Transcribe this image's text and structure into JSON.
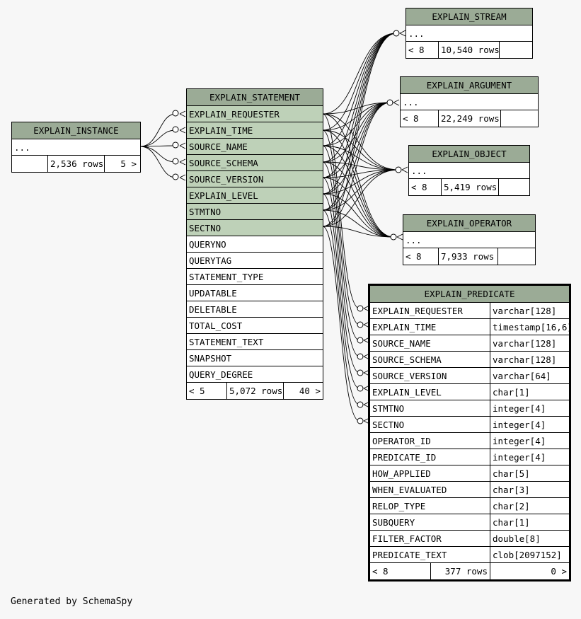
{
  "tables": {
    "explain_instance": {
      "title": "EXPLAIN_INSTANCE",
      "ellipsis": "...",
      "footer": {
        "parents": "",
        "rows": "2,536 rows",
        "children": "5 >"
      }
    },
    "explain_statement": {
      "title": "EXPLAIN_STATEMENT",
      "key_columns": [
        "EXPLAIN_REQUESTER",
        "EXPLAIN_TIME",
        "SOURCE_NAME",
        "SOURCE_SCHEMA",
        "SOURCE_VERSION",
        "EXPLAIN_LEVEL",
        "STMTNO",
        "SECTNO"
      ],
      "columns": [
        "QUERYNO",
        "QUERYTAG",
        "STATEMENT_TYPE",
        "UPDATABLE",
        "DELETABLE",
        "TOTAL_COST",
        "STATEMENT_TEXT",
        "SNAPSHOT",
        "QUERY_DEGREE"
      ],
      "footer": {
        "parents": "< 5",
        "rows": "5,072 rows",
        "children": "40 >"
      }
    },
    "explain_stream": {
      "title": "EXPLAIN_STREAM",
      "ellipsis": "...",
      "footer": {
        "parents": "< 8",
        "rows": "10,540 rows",
        "children": ""
      }
    },
    "explain_argument": {
      "title": "EXPLAIN_ARGUMENT",
      "ellipsis": "...",
      "footer": {
        "parents": "< 8",
        "rows": "22,249 rows",
        "children": ""
      }
    },
    "explain_object": {
      "title": "EXPLAIN_OBJECT",
      "ellipsis": "...",
      "footer": {
        "parents": "< 8",
        "rows": "5,419 rows",
        "children": ""
      }
    },
    "explain_operator": {
      "title": "EXPLAIN_OPERATOR",
      "ellipsis": "...",
      "footer": {
        "parents": "< 8",
        "rows": "7,933 rows",
        "children": ""
      }
    },
    "explain_predicate": {
      "title": "EXPLAIN_PREDICATE",
      "columns": [
        {
          "name": "EXPLAIN_REQUESTER",
          "type": "varchar[128]"
        },
        {
          "name": "EXPLAIN_TIME",
          "type": "timestamp[16,6]"
        },
        {
          "name": "SOURCE_NAME",
          "type": "varchar[128]"
        },
        {
          "name": "SOURCE_SCHEMA",
          "type": "varchar[128]"
        },
        {
          "name": "SOURCE_VERSION",
          "type": "varchar[64]"
        },
        {
          "name": "EXPLAIN_LEVEL",
          "type": "char[1]"
        },
        {
          "name": "STMTNO",
          "type": "integer[4]"
        },
        {
          "name": "SECTNO",
          "type": "integer[4]"
        },
        {
          "name": "OPERATOR_ID",
          "type": "integer[4]"
        },
        {
          "name": "PREDICATE_ID",
          "type": "integer[4]"
        },
        {
          "name": "HOW_APPLIED",
          "type": "char[5]"
        },
        {
          "name": "WHEN_EVALUATED",
          "type": "char[3]"
        },
        {
          "name": "RELOP_TYPE",
          "type": "char[2]"
        },
        {
          "name": "SUBQUERY",
          "type": "char[1]"
        },
        {
          "name": "FILTER_FACTOR",
          "type": "double[8]"
        },
        {
          "name": "PREDICATE_TEXT",
          "type": "clob[2097152]"
        }
      ],
      "footer": {
        "parents": "< 8",
        "rows": "377 rows",
        "children": "0 >"
      }
    }
  },
  "footer_note": "Generated by SchemaSpy"
}
